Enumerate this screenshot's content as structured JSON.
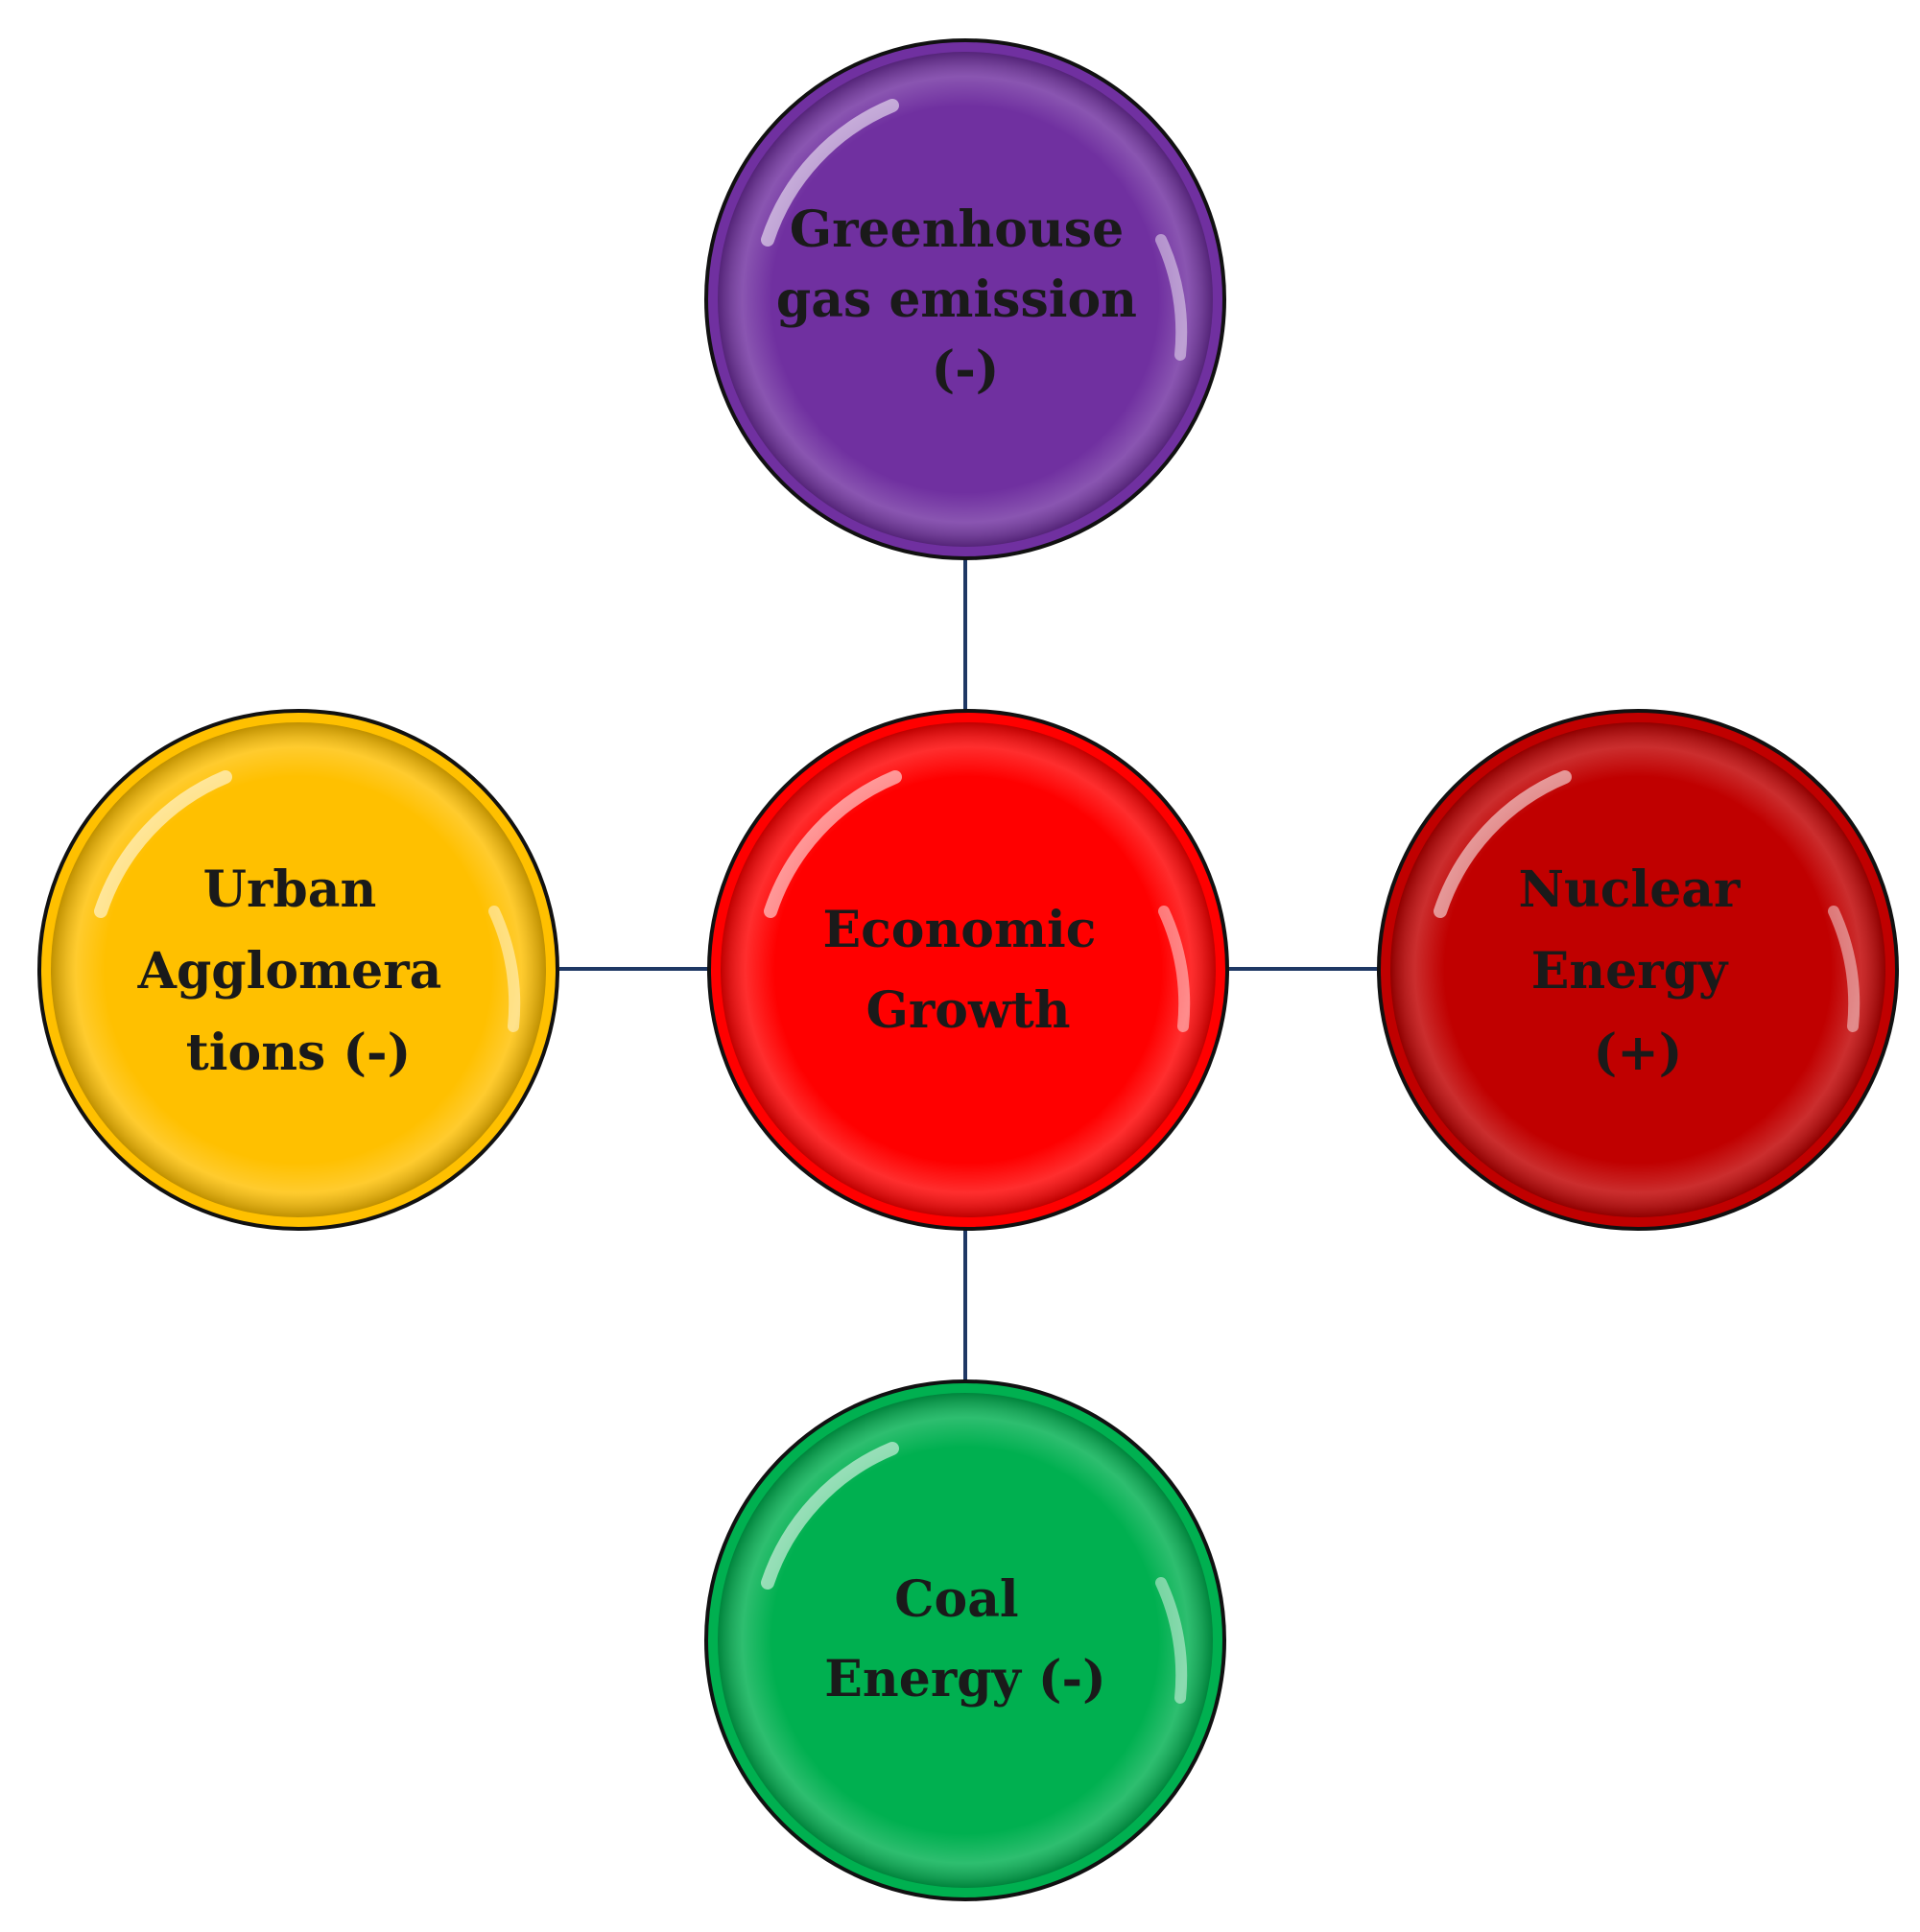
{
  "diagram": {
    "center": {
      "lines": [
        "Economic",
        "Growth"
      ],
      "color": "#ff0000"
    },
    "top": {
      "lines": [
        "Greenhouse",
        "gas emission",
        "(-)"
      ],
      "color": "#7030a0"
    },
    "left": {
      "lines": [
        "Urban",
        "Agglomera",
        "tions (-)"
      ],
      "color": "#ffc000"
    },
    "right": {
      "lines": [
        "Nuclear",
        "Energy",
        "(+)"
      ],
      "color": "#c00000"
    },
    "bottom": {
      "lines": [
        "Coal",
        "Energy (-)"
      ],
      "color": "#00b050"
    },
    "connector_color": "#1f3864"
  }
}
